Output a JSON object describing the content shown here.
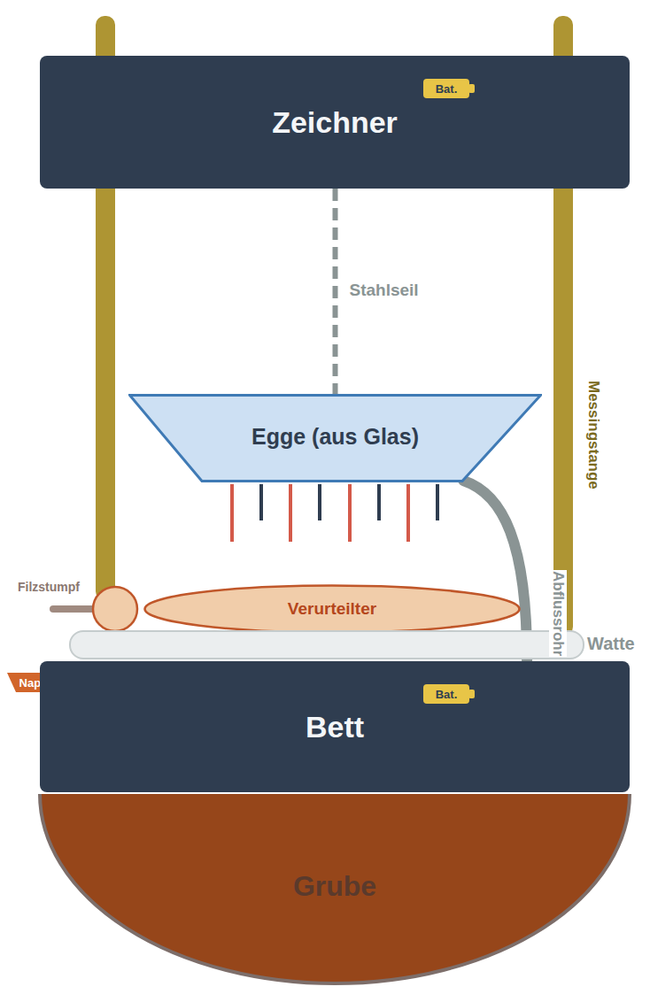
{
  "diagram": {
    "nodes": [
      {
        "text": [
          "Zeichner"
        ]
      },
      {
        "text": [
          "Bat."
        ],
        "in": 0
      },
      {
        "text": [
          "Egge (aus Glas)"
        ]
      },
      {
        "text": [
          "Verurteilter"
        ]
      },
      {
        "text": [
          "Watte"
        ]
      },
      {
        "text": [
          "Napf"
        ]
      },
      {
        "text": [
          "Bett"
        ]
      },
      {
        "text": [
          "Bat."
        ],
        "in": 6
      },
      {
        "text": [
          "Grube"
        ]
      }
    ],
    "edges": [
      {
        "from": 0,
        "to": 2,
        "label": "Stahlseil",
        "arrow": "none"
      },
      {
        "from": 2,
        "to": 6,
        "label": "Abflussrohr",
        "arrow": "none"
      }
    ],
    "labels": [
      "Messingstange",
      "Filzstumpf"
    ]
  }
}
